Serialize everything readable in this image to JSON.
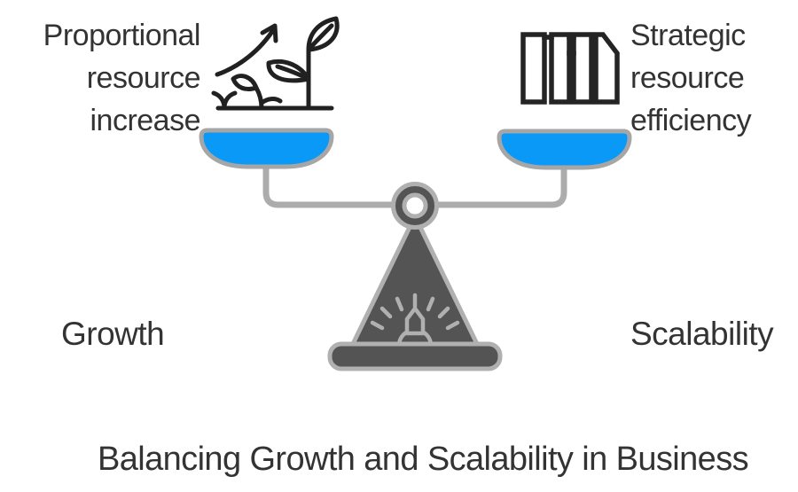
{
  "diagram": {
    "title": "Balancing Growth and Scalability in Business",
    "left_side": {
      "caption": "Proportional\nresource\nincrease",
      "label": "Growth",
      "icon": "plant-growth-arrow-icon"
    },
    "right_side": {
      "caption": "Strategic\nresource\nefficiency",
      "label": "Scalability",
      "icon": "books-icon"
    },
    "colors": {
      "pan_fill": "#0B99F7",
      "stand_fill": "#545454",
      "outline_gray": "#ACACAC",
      "icon_ink": "#212121",
      "text": "#333333",
      "background": "#FFFFFF"
    }
  }
}
